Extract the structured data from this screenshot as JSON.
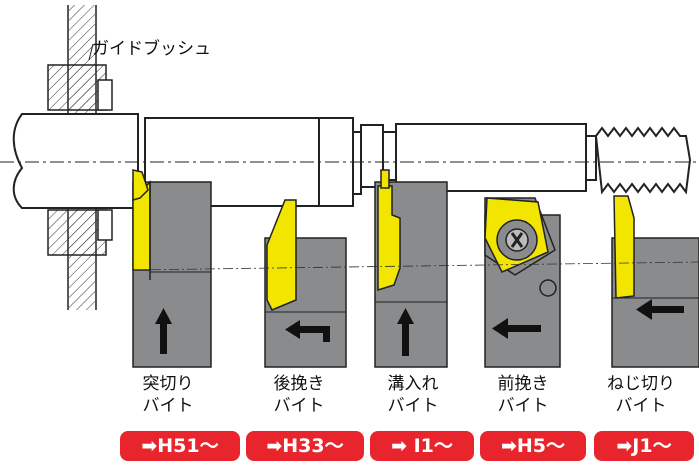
{
  "guide_bush_label": "ガイドブッシュ",
  "tools": [
    {
      "name_line1": "突切り",
      "name_line2": "バイト",
      "link": "➡H51〜"
    },
    {
      "name_line1": "後挽き",
      "name_line2": "バイト",
      "link": "➡H33〜"
    },
    {
      "name_line1": "溝入れ",
      "name_line2": "バイト",
      "link": "➡ I1〜"
    },
    {
      "name_line1": "前挽き",
      "name_line2": "バイト",
      "link": "➡H5〜"
    },
    {
      "name_line1": "ねじ切り",
      "name_line2": "バイト",
      "link": "➡J1〜"
    }
  ],
  "colors": {
    "insert": "#f2e500",
    "holder": "#8a8b8d",
    "link_bg": "#e8252c",
    "shaft": "#ffffff"
  }
}
